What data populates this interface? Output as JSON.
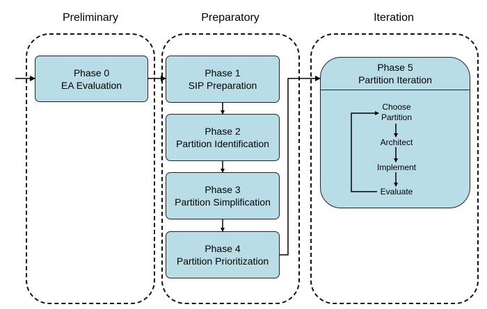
{
  "columns": {
    "preliminary": "Preliminary",
    "preparatory": "Preparatory",
    "iteration": "Iteration"
  },
  "phases": [
    {
      "title": "Phase 0",
      "label": "EA Evaluation"
    },
    {
      "title": "Phase 1",
      "label": "SIP Preparation"
    },
    {
      "title": "Phase 2",
      "label": "Partition Identification"
    },
    {
      "title": "Phase 3",
      "label": "Partition Simplification"
    },
    {
      "title": "Phase 4",
      "label": "Partition Prioritization"
    },
    {
      "title": "Phase 5",
      "label": "Partition Iteration"
    }
  ],
  "iteration_steps": {
    "choose": "Choose",
    "partition": "Partition",
    "architect": "Architect",
    "implement": "Implement",
    "evaluate": "Evaluate"
  }
}
